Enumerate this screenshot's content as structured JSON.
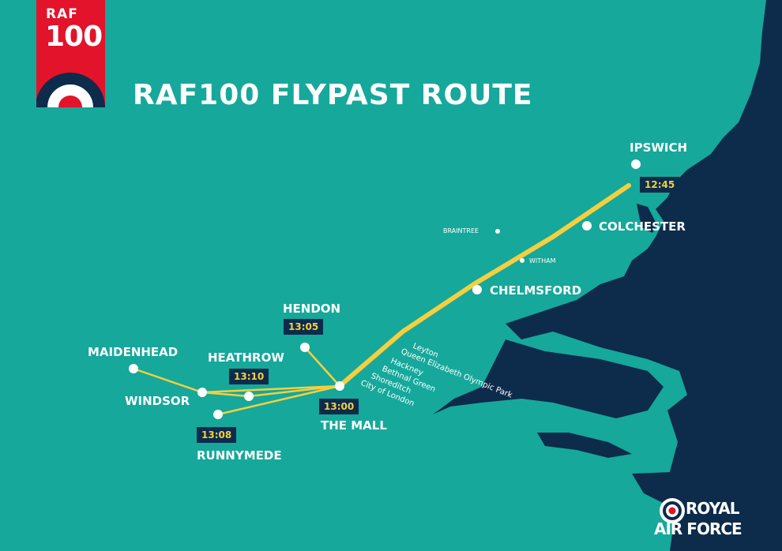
{
  "map": {
    "title": "RAF100 FLYPAST ROUTE",
    "colors": {
      "sea": "#15a89b",
      "land": "#0d2b4a",
      "route": "#f5cf3f",
      "badge": "#e2132a"
    }
  },
  "badge": {
    "line1": "RAF",
    "line2": "100",
    "icon": "roundel-icon"
  },
  "places": [
    {
      "id": "ipswich",
      "label": "IPSWICH"
    },
    {
      "id": "colchester",
      "label": "COLCHESTER"
    },
    {
      "id": "chelmsford",
      "label": "CHELMSFORD"
    },
    {
      "id": "braintree",
      "label": "BRAINTREE"
    },
    {
      "id": "witham",
      "label": "WITHAM"
    },
    {
      "id": "hendon",
      "label": "HENDON"
    },
    {
      "id": "heathrow",
      "label": "HEATHROW"
    },
    {
      "id": "maidenhead",
      "label": "MAIDENHEAD"
    },
    {
      "id": "windsor",
      "label": "WINDSOR"
    },
    {
      "id": "runnymede",
      "label": "RUNNYMEDE"
    },
    {
      "id": "the_mall",
      "label": "THE MALL"
    }
  ],
  "times": {
    "ipswich": "12:45",
    "hendon": "13:05",
    "heathrow": "13:10",
    "runnymede": "13:08",
    "the_mall": "13:00"
  },
  "areas": [
    "Leyton",
    "Queen Elizabeth Olympic Park",
    "Hackney",
    "Bethnal Green",
    "Shoreditch",
    "City of London"
  ],
  "raf_logo": {
    "line1": "ROYAL",
    "line2": "AIR FORCE",
    "icon": "roundel-icon"
  }
}
